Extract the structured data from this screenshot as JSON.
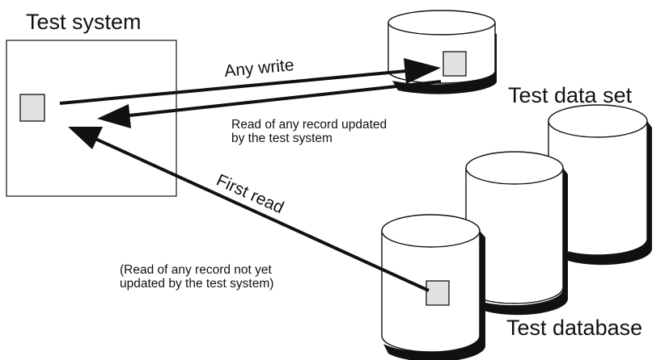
{
  "diagram": {
    "test_system": {
      "title": "Test system"
    },
    "test_data_set": {
      "title": "Test data set"
    },
    "test_database": {
      "title": "Test database"
    },
    "arrows": {
      "any_write": {
        "label": "Any write"
      },
      "read_updated": {
        "line1": "Read of any record updated",
        "line2": "by the test system"
      },
      "first_read": {
        "label": "First read",
        "note_line1": "(Read of  any record not yet",
        "note_line2": "updated by the test system)"
      }
    }
  }
}
